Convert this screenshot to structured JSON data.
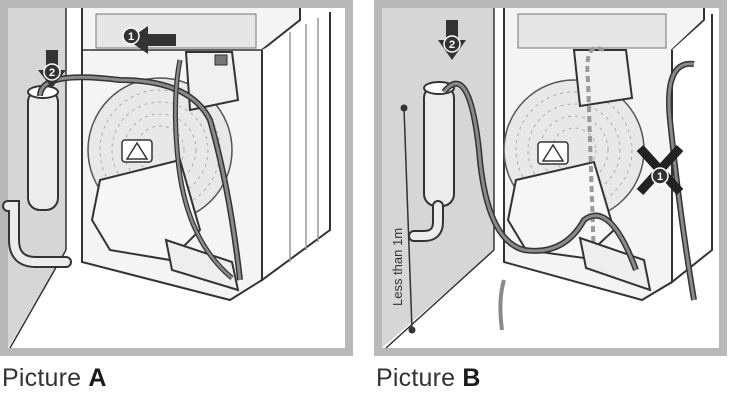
{
  "pictures": [
    {
      "caption_prefix": "Picture ",
      "caption_letter": "A",
      "markers": [
        "1",
        "2"
      ]
    },
    {
      "caption_prefix": "Picture ",
      "caption_letter": "B",
      "markers": [
        "2",
        "1"
      ],
      "distance_label": "Less than 1m"
    }
  ],
  "colors": {
    "frame": "#b8b8b8",
    "line": "#333333",
    "hose": "#6b6b6b",
    "pipe_fill": "#ececec"
  }
}
